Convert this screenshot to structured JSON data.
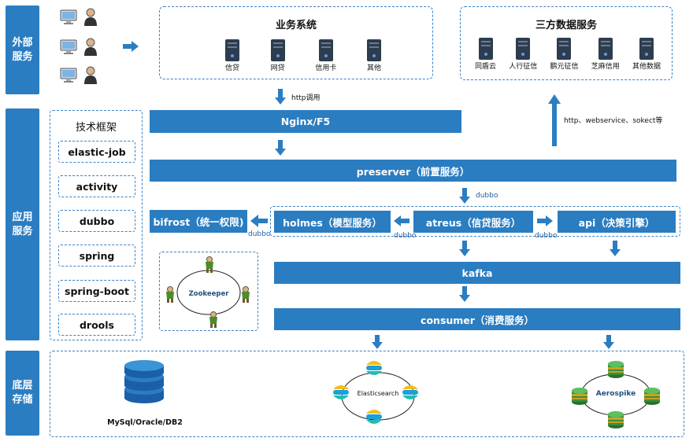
{
  "side_labels": {
    "external": "外部\n服务",
    "application": "应用\n服务",
    "storage": "底层\n存储"
  },
  "business": {
    "title": "业务系统",
    "items": [
      "信贷",
      "网贷",
      "信用卡",
      "其他"
    ]
  },
  "third_party": {
    "title": "三方数据服务",
    "items": [
      "同盾云",
      "人行征信",
      "鹏元征信",
      "芝麻信用",
      "其他数据"
    ]
  },
  "edges": {
    "http_call": "http调用",
    "third_party_protocols": "http、webservice、sokect等",
    "dubbo": "dubbo"
  },
  "framework": {
    "title": "技术框架",
    "items": [
      "elastic-job",
      "activity",
      "dubbo",
      "spring",
      "spring-boot",
      "drools"
    ]
  },
  "services": {
    "nginx": "Nginx/F5",
    "preserver": "preserver（前置服务）",
    "bifrost": "bifrost（统一权限)",
    "holmes": "holmes（模型服务）",
    "atreus": "atreus（信贷服务）",
    "api": "api（决策引擎）",
    "kafka": "kafka",
    "consumer": "consumer（消费服务）"
  },
  "zookeeper": "Zookeeper",
  "storage": {
    "db": "MySql/Oracle/DB2",
    "elasticsearch": "Elasticsearch",
    "aerospike": "Aerospike"
  },
  "colors": {
    "primary": "#2b7dc1",
    "dashed_border": "#3b82c4"
  }
}
